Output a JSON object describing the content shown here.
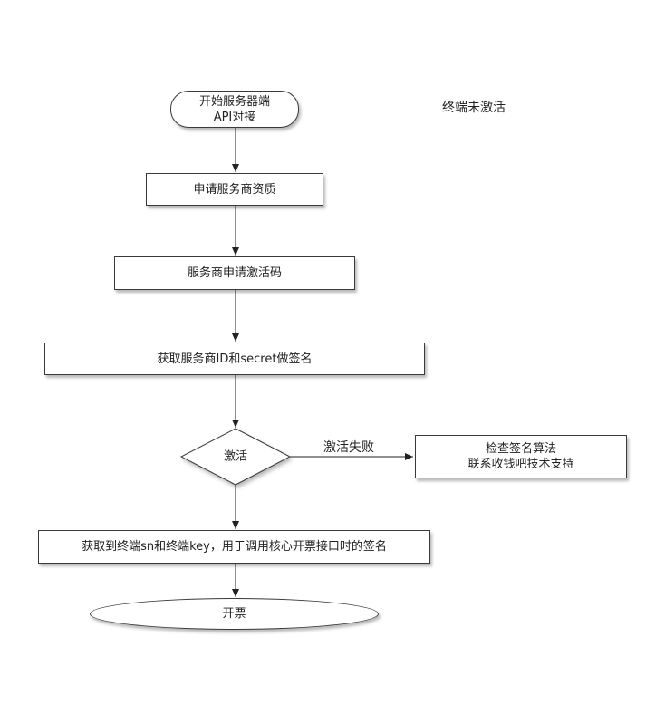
{
  "diagram": {
    "side_note": "终端未激活",
    "start": {
      "line1": "开始服务器端",
      "line2": "API对接"
    },
    "step1": "申请服务商资质",
    "step2": "服务商申请激活码",
    "step3": "获取服务商ID和secret做签名",
    "decision": "激活",
    "fail_edge_label": "激活失败",
    "fail_box": {
      "line1": "检查签名算法",
      "line2": "联系收钱吧技术支持"
    },
    "step4": "获取到终端sn和终端key，用于调用核心开票接口时的签名",
    "end": "开票"
  },
  "colors": {
    "stroke": "#3a3a3a",
    "text": "#222222",
    "background": "#ffffff"
  }
}
